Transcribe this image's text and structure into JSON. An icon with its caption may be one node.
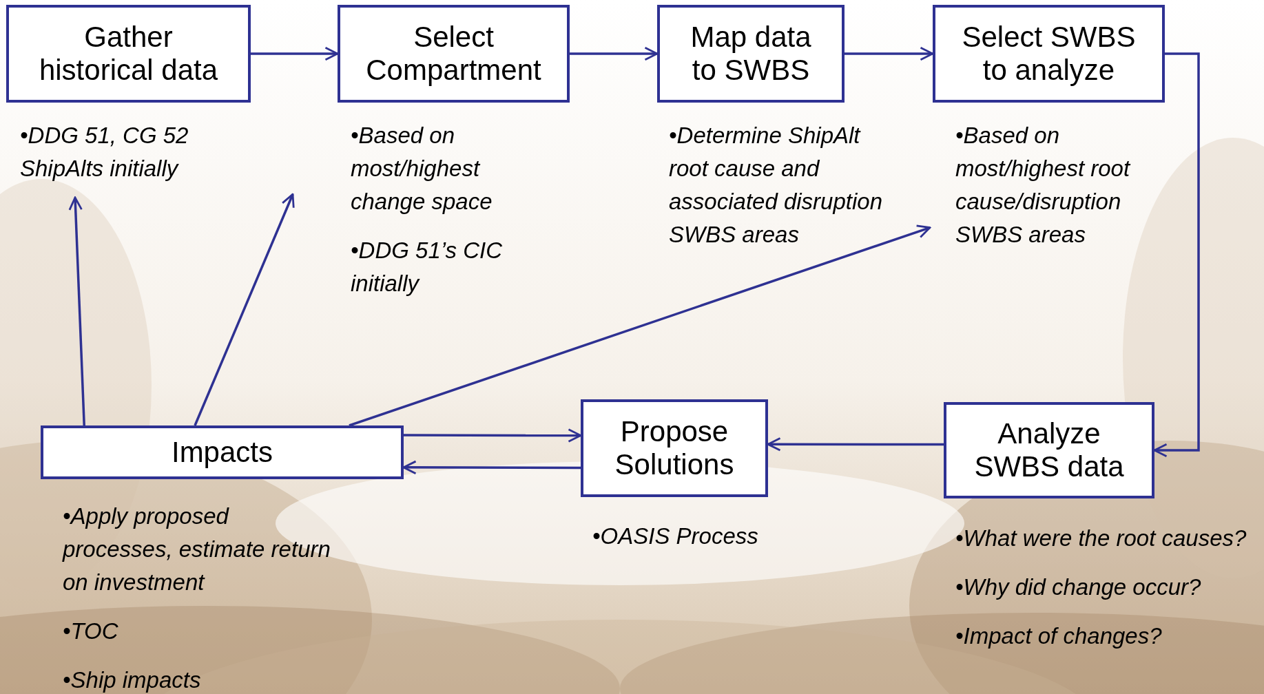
{
  "diagram": {
    "nodes": [
      {
        "text": [
          "Gather historical data"
        ]
      },
      {
        "text": [
          "•DDG 51, CG 52 ShipAlts initially"
        ]
      },
      {
        "text": [
          "Select Compartment"
        ]
      },
      {
        "text": [
          "•Based on most/highest change space",
          "•DDG 51’s CIC initially"
        ]
      },
      {
        "text": [
          "Map data to SWBS"
        ],
        "beside": [
          "•Determine ShipAlt root cause and associated disruption SWBS areas"
        ]
      },
      {
        "text": [
          "Select SWBS to analyze"
        ]
      },
      {
        "text": [
          "•Based on most/highest root cause/disruption SWBS areas"
        ]
      },
      {
        "text": [
          "Impacts"
        ],
        "beside": [
          "•Apply proposed processes, estimate return on investment",
          "•TOC",
          "•Ship impacts"
        ]
      },
      {
        "text": [
          "Propose Solutions"
        ],
        "beside": [
          "•OASIS Process"
        ]
      },
      {
        "text": [
          "Analyze SWBS data"
        ],
        "beside": [
          "•What were the root causes?",
          "•Why did change occur?",
          "•Impact of changes?"
        ]
      }
    ],
    "edges": [
      {
        "from": 0,
        "to": 2,
        "arrow": "to"
      },
      {
        "from": 2,
        "to": 4,
        "arrow": "to"
      },
      {
        "from": 4,
        "to": 5,
        "arrow": "to"
      },
      {
        "from": 5,
        "to": 9,
        "arrow": "to"
      },
      {
        "from": 9,
        "to": 8,
        "arrow": "to"
      },
      {
        "from": 7,
        "to": 8,
        "arrow": "to"
      },
      {
        "from": 8,
        "to": 7,
        "arrow": "to"
      },
      {
        "from": 7,
        "to": 1,
        "arrow": "to"
      },
      {
        "from": 7,
        "to": 3,
        "arrow": "to"
      },
      {
        "from": 7,
        "to": 6,
        "arrow": "to"
      }
    ]
  }
}
